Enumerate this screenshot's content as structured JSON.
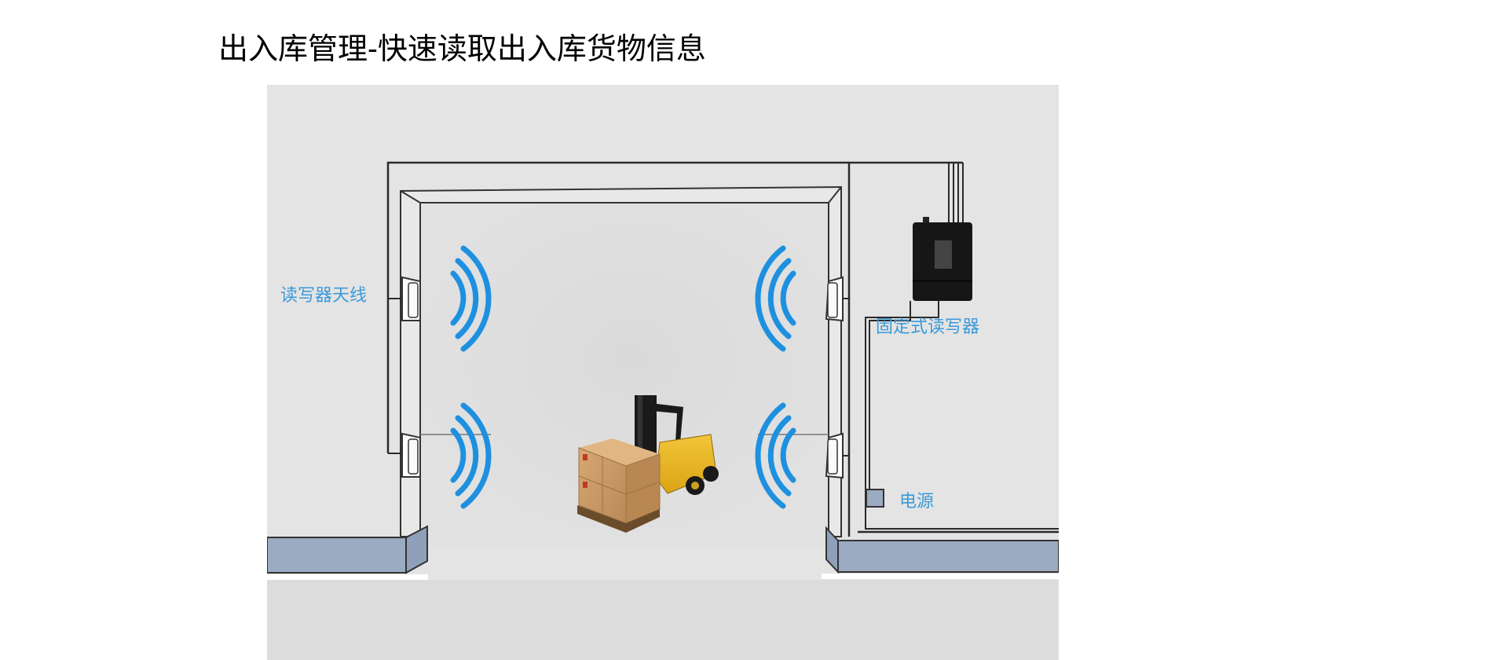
{
  "page": {
    "title": "出入库管理-快速读取出入库货物信息"
  },
  "diagram": {
    "labels": {
      "antenna": "读写器天线",
      "fixed_reader": "固定式读写器",
      "power": "电源"
    },
    "colors": {
      "label_blue": "#3a9ad9",
      "wave_blue": "#1e90e0",
      "background": "#e4e4e4",
      "floor": "#dcdcdc",
      "baseboard": "#9aabc2",
      "line": "#2a2a2a",
      "reader_body": "#161616"
    },
    "components": [
      {
        "name": "left-upper-antenna"
      },
      {
        "name": "left-lower-antenna"
      },
      {
        "name": "right-upper-antenna"
      },
      {
        "name": "right-lower-antenna"
      },
      {
        "name": "fixed-reader"
      },
      {
        "name": "power-supply"
      },
      {
        "name": "forklift-with-pallet"
      }
    ]
  }
}
